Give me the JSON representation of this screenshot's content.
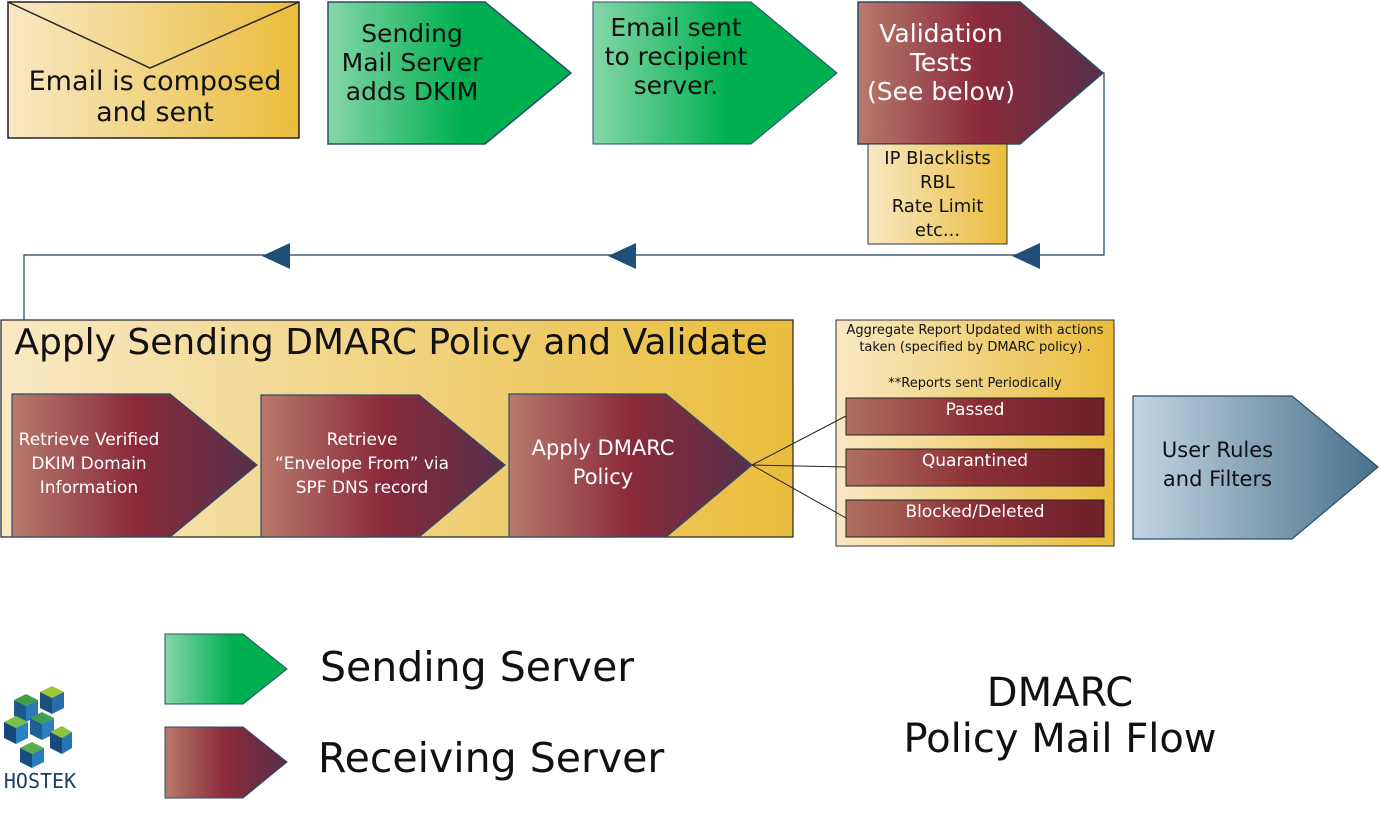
{
  "colors": {
    "tan_light": "#f8e6bf",
    "tan_dark": "#e8bd3a",
    "green_light": "#7fd3a3",
    "green_dark": "#00b050",
    "maroon_light": "#b57668",
    "maroon_mid": "#8a2a3a",
    "maroon_dark": "#5b2b45",
    "blue_light": "#bfd3e0",
    "blue_dark": "#4e7590",
    "arrow_blue": "#1f4e79"
  },
  "top_row": {
    "email_composed": "Email is composed\nand sent",
    "sending_server": "Sending\nMail Server\nadds DKIM",
    "email_sent": "Email sent\nto recipient\nserver.",
    "validation": "Validation\nTests\n(See below)",
    "validation_list": "IP Blacklists\nRBL\nRate Limit\netc..."
  },
  "dmarc_box": {
    "title": "Apply Sending DMARC Policy and Validate",
    "step1": "Retrieve Verified\nDKIM Domain\nInformation",
    "step2": "Retrieve\n“Envelope From” via\nSPF DNS record",
    "step3": "Apply DMARC\nPolicy"
  },
  "report_box": {
    "description": "Aggregate Report Updated with actions\ntaken (specified by DMARC policy) .",
    "note": "**Reports sent Periodically",
    "outcomes": [
      "Passed",
      "Quarantined",
      "Blocked/Deleted"
    ]
  },
  "user_rules": "User Rules\nand Filters",
  "legend": {
    "sending": "Sending Server",
    "receiving": "Receiving Server"
  },
  "diagram_title": "DMARC\nPolicy Mail Flow",
  "logo_text": "HOSTEK"
}
